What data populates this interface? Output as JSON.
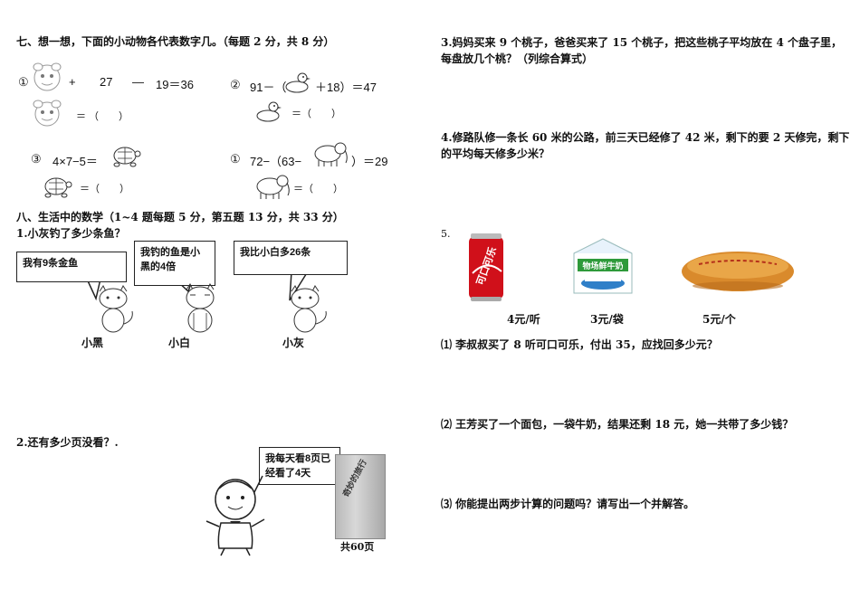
{
  "left": {
    "sec7_title": "七、想一想，下面的小动物各代表数字几。（每题 2 分，共 8 分）",
    "p1": {
      "num": "①",
      "plus": "+",
      "v1": "27",
      "minus": "—",
      "v2": "19＝36",
      "ans": "＝ （　　）"
    },
    "p2": {
      "num": "②",
      "lead": "91－（",
      "rest": "＋18）＝47",
      "ans": "＝（　　）"
    },
    "p3": {
      "num": "③",
      "lead": "4×7−5＝",
      "ans": "＝（　　）"
    },
    "p4": {
      "num": "①",
      "lead": "72−（63−",
      "rest": "）＝29",
      "ans": "＝（　　）"
    },
    "sec8_title": "八、生活中的数学（1~4 题每题 5 分，第五题 13 分，共 33 分）",
    "q1": "1.小灰钓了多少条鱼？",
    "bubble_xiaohei": "我有9条金鱼",
    "bubble_xiaobai": "我钓的鱼是小黑的4倍",
    "bubble_xiaohui": "我比小白多26条",
    "name_xiaohei": "小黑",
    "name_xiaobai": "小白",
    "name_xiaohui": "小灰",
    "q2": "2.还有多少页没看？.",
    "bubble_boy": "我每天看8页已经看了4天",
    "book_title": "奇妙的旅行",
    "book_pages": "共60页"
  },
  "right": {
    "q3": "3.妈妈买来 9 个桃子，爸爸买来了 15 个桃子，把这些桃子平均放在 4 个盘子里，每盘放几个桃？（列综合算式）",
    "q4": "4.修路队修一条长 60 米的公路，前三天已经修了 42 米，剩下的要 2 天修完，剩下的平均每天修多少米？",
    "q5": "5.",
    "milk_label": "物场鲜牛奶",
    "price_cola": "4元/听",
    "price_milk": "3元/袋",
    "price_bread": "5元/个",
    "s1": "⑴ 李叔叔买了 8 听可口可乐，付出 35，应找回多少元？",
    "s2": "⑵ 王芳买了一个面包，一袋牛奶，结果还剩 18 元，她一共带了多少钱？",
    "s3": "⑶ 你能提出两步计算的问题吗？请写出一个并解答。"
  },
  "colors": {
    "cola_red": "#d0101a",
    "milk_blue": "#2f7fc8",
    "milk_green": "#2e9a3a",
    "bread": "#d98a2c"
  }
}
